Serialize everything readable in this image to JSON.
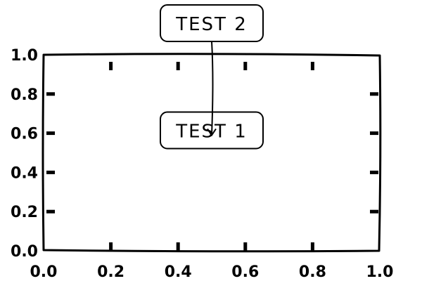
{
  "chart_data": {
    "type": "scatter",
    "xlim": [
      0.0,
      1.0
    ],
    "ylim": [
      0.0,
      1.0
    ],
    "xticks": [
      "0.0",
      "0.2",
      "0.4",
      "0.6",
      "0.8",
      "1.0"
    ],
    "yticks": [
      "0.0",
      "0.2",
      "0.4",
      "0.6",
      "0.8",
      "1.0"
    ],
    "grid": false,
    "annotations": [
      {
        "text": "TEST 1",
        "x": 0.5,
        "y": 0.5
      },
      {
        "text": "TEST 2",
        "x": 0.5,
        "y": 1.2,
        "arrow_to": [
          0.5,
          0.59
        ]
      }
    ]
  }
}
